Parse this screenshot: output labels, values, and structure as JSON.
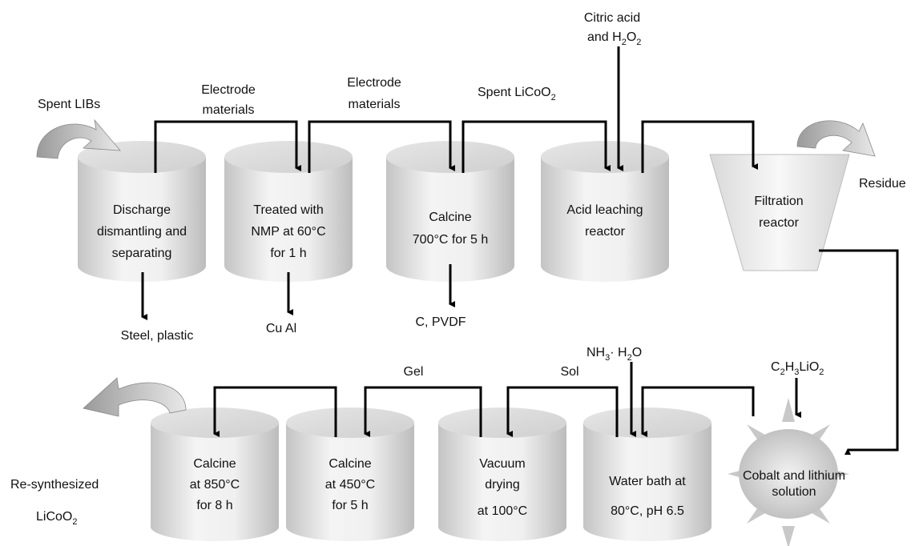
{
  "inputs": {
    "spent_libs": "Spent LIBs",
    "electrode_materials_1": [
      "Electrode",
      "materials"
    ],
    "electrode_materials_2": [
      "Electrode",
      "materials"
    ],
    "spent_licoo2": "Spent  LiCoO",
    "spent_licoo2_sub": "2",
    "citric_acid_line1": "Citric acid",
    "citric_acid_line2": "and H",
    "citric_acid_sub1": "2",
    "citric_acid_o": "O",
    "citric_acid_sub2": "2",
    "residue": "Residue",
    "gel": "Gel",
    "sol": "Sol",
    "nh3": "NH",
    "nh3_sub": "3",
    "nh3_rest": "· H",
    "nh3_sub2": "2",
    "nh3_o": "O",
    "lithium_acetate": [
      "C",
      "2",
      "H",
      "3",
      "LiO",
      "2"
    ],
    "resynth_line1": "Re-synthesized",
    "resynth_line2": "LiCoO",
    "resynth_sub": "2"
  },
  "steps": {
    "discharge": [
      "Discharge",
      "dismantling and",
      "separating"
    ],
    "nmp": [
      "Treated with",
      "NMP at 60°C",
      "for 1 h"
    ],
    "calcine700": [
      "Calcine",
      "700°C  for 5 h"
    ],
    "acid": [
      "Acid leaching",
      "reactor"
    ],
    "filtration": [
      "Filtration",
      "reactor"
    ],
    "calcine850": [
      "Calcine",
      "at 850°C",
      "for 8 h"
    ],
    "calcine450": [
      "Calcine",
      "at 450°C",
      "for 5 h"
    ],
    "vacuum": [
      "Vacuum",
      "drying",
      "at 100°C"
    ],
    "waterbath": [
      "Water bath at",
      "80°C, pH 6.5"
    ],
    "solution": [
      "Cobalt and lithium",
      "solution"
    ]
  },
  "outputs": {
    "steel": "Steel, plastic",
    "cu_al": "Cu Al",
    "c_pvdf": "C, PVDF"
  }
}
